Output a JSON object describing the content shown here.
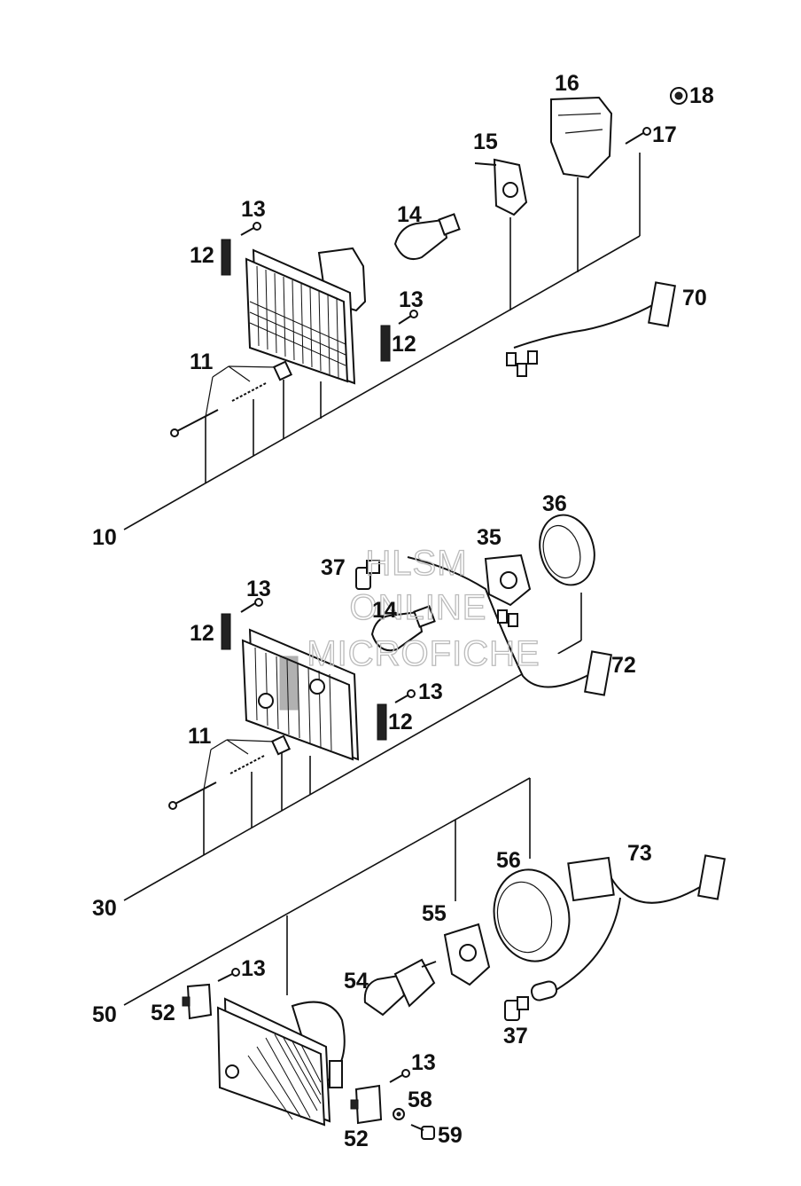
{
  "watermark": {
    "line1": "HLSM",
    "line2": "ONLINE",
    "line3": "MICROFICHE"
  },
  "callouts": {
    "c10": "10",
    "c11a": "11",
    "c12a": "12",
    "c13a": "13",
    "c14a": "14",
    "c15": "15",
    "c16": "16",
    "c17": "17",
    "c18": "18",
    "c13b": "13",
    "c12b": "12",
    "c70": "70",
    "c30": "30",
    "c11b": "11",
    "c12c": "12",
    "c13c": "13",
    "c14b": "14",
    "c35": "35",
    "c36": "36",
    "c37a": "37",
    "c13d": "13",
    "c12d": "12",
    "c72": "72",
    "c50": "50",
    "c52a": "52",
    "c13e": "13",
    "c54": "54",
    "c55": "55",
    "c56": "56",
    "c73": "73",
    "c37b": "37",
    "c13f": "13",
    "c58": "58",
    "c52b": "52",
    "c59": "59"
  }
}
